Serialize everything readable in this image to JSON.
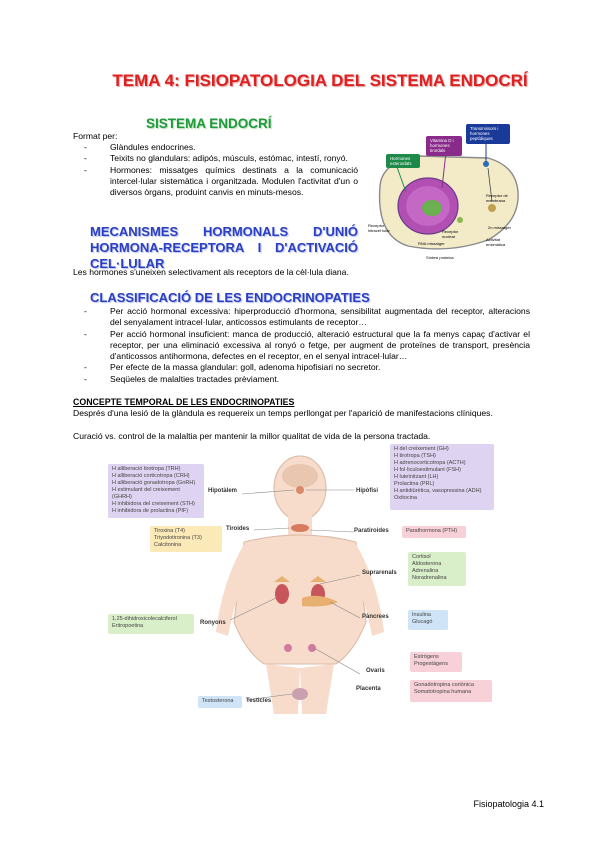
{
  "title": "TEMA 4: FISIOPATOLOGIA DEL SISTEMA ENDOCRÍ",
  "section1": {
    "heading": "SISTEMA ENDOCRÍ",
    "intro": "Format per:",
    "items": [
      "Glàndules endocrines.",
      "Teixits no glandulars: adipós, músculs, estómac, intestí, ronyó.",
      "Hormones: missatges químics destinats a la comunicació intercel·lular sistemàtica i organitzada. Modulen l'activitat d'un o diversos òrgans, produint canvis en minuts-mesos."
    ]
  },
  "section2": {
    "heading": "MECANISMES HORMONALS D'UNIÓ HORMONA-RECEPTORA I D'ACTIVACIÓ CEL·LULAR",
    "text": "Les hormones s'uneixen selectivament als receptors de la cèl·lula diana."
  },
  "section3": {
    "heading": "CLASSIFICACIÓ DE LES ENDOCRINOPATIES",
    "items": [
      "Per acció hormonal excessiva: hiperproducció d'hormona, sensibilitat augmentada del receptor, alteracions del senyalament intracel·lular, anticossos estimulants de receptor…",
      "Per acció hormonal insuficient: manca de producció, alteració estructural que la fa menys capaç d'activar el receptor, per una eliminació excessiva al ronyó o fetge, per augment de proteïnes de transport, presència d'anticossos antihormona, defectes en el receptor, en el senyal intracel·lular…",
      "Per efecte de la massa glandular: goll, adenoma hipofisiari no secretor.",
      "Seqüeles de malalties tractades prèviament."
    ]
  },
  "section4": {
    "heading": "CONCEPTE TEMPORAL DE LES ENDOCRINOPATIES",
    "p1": "Després d'una lesió de la glàndula es requereix un temps perllongat per l'aparició de manifestacions clíniques.",
    "p2": "Curació vs. control de la malaltia per mantenir la millor qualitat de vida de la persona tractada."
  },
  "cell_figure": {
    "box_steroid": "Hormones esteroïdals",
    "box_vitamin": "Vitamina D i hormones tiroïdals",
    "box_peptide": "Transmissors i hormones peptídiques",
    "label_membrane": "Receptor de membrana",
    "label_intracellular": "Receptor intracel·lular",
    "label_nucleus": "Receptor nuclear",
    "label_second": "2n missatger",
    "label_activity": "Activitat enzimàtica",
    "label_mrna": "RNA missatger",
    "label_protein": "Síntesi proteica"
  },
  "body_figure": {
    "hypothalamus_hormones": [
      "H alliberació tirotropa (TRH)",
      "H alliberació corticotropa (CRH)",
      "H alliberació gonadotropa (GnRH)",
      "H estimulant del creixement (GHRH)",
      "H inhibidora del creixement (STH)",
      "H inhibidora de prolactina (PIF)"
    ],
    "pituitary_hormones": [
      "H del creixement (GH)",
      "H tirotropa (TSH)",
      "H adrenocorticotropa (ACTH)",
      "H fol·liculoestimulant (FSH)",
      "H luteïnitzant (LH)",
      "Prolactina (PRL)",
      "H antidiürètica, vasopressina (ADH)",
      "Oxitocina"
    ],
    "thyroid_hormones": [
      "Tiroxina (T4)",
      "Triyodotironina (T3)",
      "Calcitonina"
    ],
    "parathyroid_hormones": [
      "Parathormona (PTH)"
    ],
    "adrenal_hormones": [
      "Cortisol",
      "Aldosterona",
      "Adrenalina",
      "Noradrenalina"
    ],
    "kidney_hormones": [
      "1,25-dihidroxicolecalciferol",
      "Eritropoetina"
    ],
    "pancreas_hormones": [
      "Insulina",
      "Glucagó"
    ],
    "ovary_hormones": [
      "Estrògens",
      "Progestàgens"
    ],
    "placenta_hormones": [
      "Gonadotropina coriònica",
      "Somatotropina humana"
    ],
    "testes_hormones": [
      "Testosterona"
    ],
    "organs": {
      "hypothalamus": "Hipotàlem",
      "pituitary": "Hipòfisi",
      "thyroid": "Tiroides",
      "parathyroid": "Paratiroides",
      "adrenal": "Suprarenals",
      "kidneys": "Ronyons",
      "pancreas": "Pàncrees",
      "ovaries": "Ovaris",
      "placenta": "Placenta",
      "testes": "Testicles"
    },
    "colors": {
      "purple": "#ded3f0",
      "yellow": "#fbe9b8",
      "pink": "#f8d0d8",
      "green": "#d9efc9",
      "blue": "#cfe4f6"
    }
  },
  "footer": "Fisiopatologia 4.1"
}
